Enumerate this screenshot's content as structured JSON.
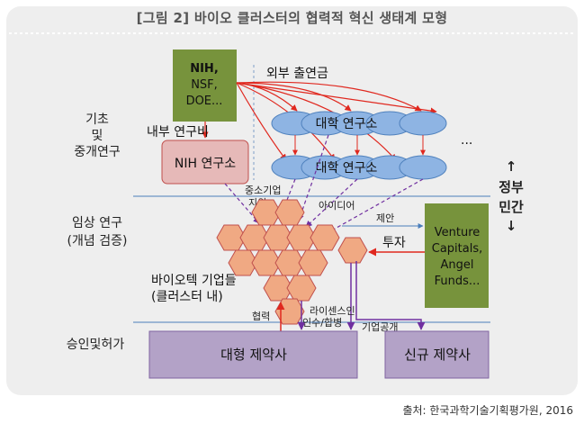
{
  "title": "[그림 2] 바이오 클러스터의 협력적 혁신 생태계 모형",
  "source": "출처: 한국과학기술기획평가원, 2016",
  "rows": {
    "basic": [
      "기초",
      "및",
      "중개연구"
    ],
    "clinical": [
      "임상 연구",
      "(개념 검증)"
    ],
    "approval": "승인및허가"
  },
  "side_label": {
    "up_arrow": "↑",
    "top": "정부",
    "bottom": "민간",
    "down_arrow": "↓"
  },
  "nodes": {
    "nih": [
      "NIH,",
      "NSF,",
      "DOE..."
    ],
    "nih_lab": "NIH 연구소",
    "university_top": "대학 연구소",
    "university_bottom": "대학 연구소",
    "ellipsis": "...",
    "vc": [
      "Venture",
      "Capitals,",
      "Angel",
      "Funds..."
    ],
    "big_pharma": "대형 제약사",
    "new_pharma": "신규 제약사",
    "cluster": [
      "바이오텍 기업들",
      "(클러스터 내)"
    ]
  },
  "labels": {
    "external_funding": "외부 출연금",
    "internal_funding": "내부 연구비",
    "sme_support": [
      "중소기업",
      "지원"
    ],
    "idea": "아이디어",
    "proposal": "제안",
    "investment": "투자",
    "cooperation": "협력",
    "license": "라이센스인",
    "acquisition": "인수/합병",
    "ipo": "기업공개"
  },
  "colors": {
    "green_box": "#77933c",
    "pink_box": "#e6b9b8",
    "ellipse": "#8eb4e3",
    "hexagon": "#f0a983",
    "purple_box": "#b3a2c7",
    "red_arrow": "#e0281f",
    "purple_arrow": "#7030a0"
  }
}
